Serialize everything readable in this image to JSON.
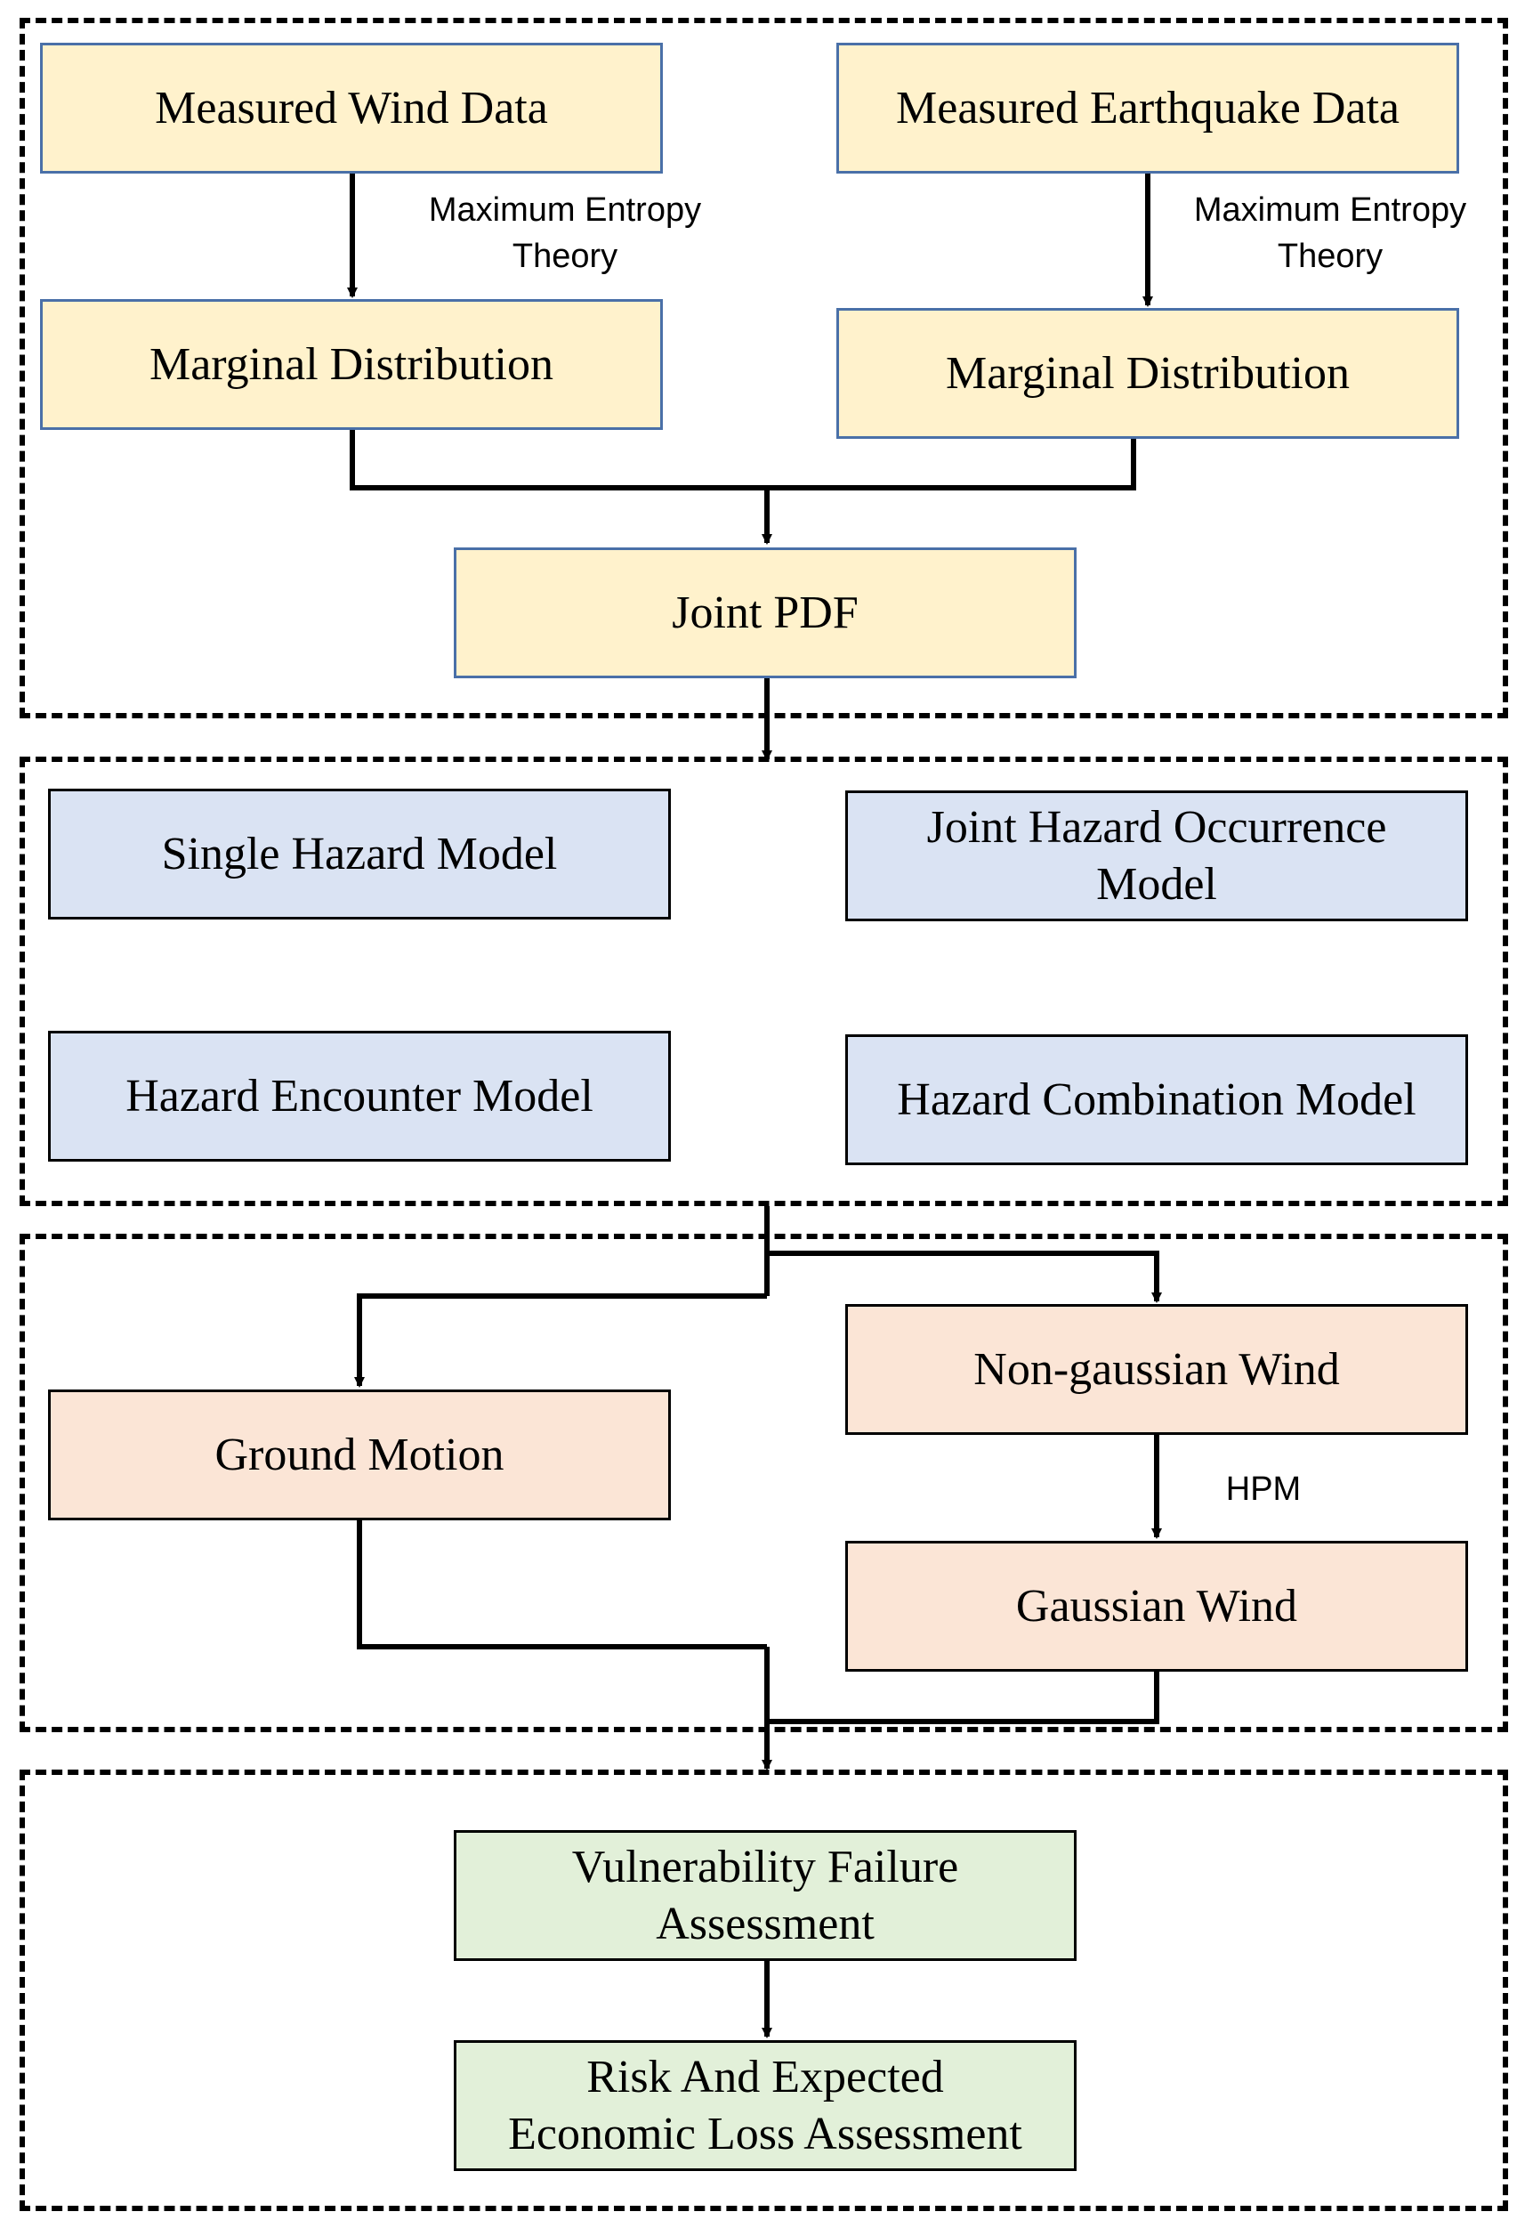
{
  "colors": {
    "input_fill": "#fff2cc",
    "hazard_fill": "#dae3f3",
    "response_fill": "#fbe5d6",
    "assessment_fill": "#e2f0d9",
    "line": "#000000"
  },
  "stage1": {
    "wind_data": "Measured Wind Data",
    "quake_data": "Measured Earthquake Data",
    "wind_method": "Maximum Entropy\nTheory",
    "quake_method": "Maximum Entropy\nTheory",
    "wind_marginal": "Marginal Distribution",
    "quake_marginal": "Marginal Distribution",
    "joint_pdf": "Joint PDF"
  },
  "stage2": {
    "single_hazard": "Single Hazard Model",
    "joint_occurrence": "Joint Hazard Occurrence\nModel",
    "encounter": "Hazard Encounter  Model",
    "combination": "Hazard Combination Model"
  },
  "stage3": {
    "ground_motion": "Ground Motion",
    "non_gaussian": "Non-gaussian Wind",
    "hpm": "HPM",
    "gaussian": "Gaussian Wind"
  },
  "stage4": {
    "vulnerability": "Vulnerability Failure\nAssessment",
    "risk": "Risk And Expected\nEconomic Loss Assessment"
  }
}
